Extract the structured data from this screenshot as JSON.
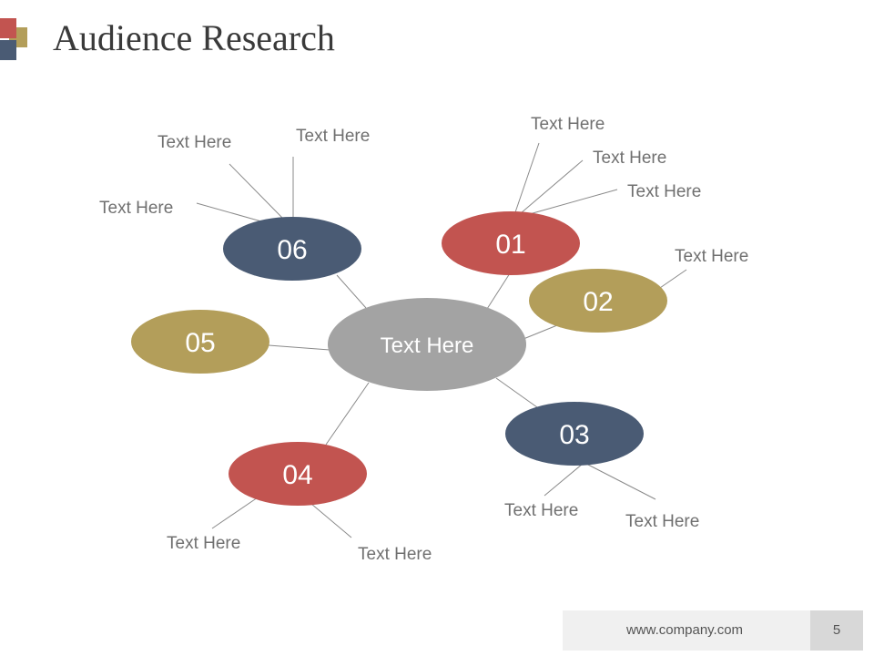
{
  "title": "Audience Research",
  "colors": {
    "red": "#c25450",
    "gold": "#b39e5a",
    "navy": "#4a5b74",
    "gray": "#a3a3a3",
    "line": "#8a8a8a"
  },
  "center": {
    "label": "Text Here"
  },
  "nodes": [
    {
      "id": "01",
      "label": "01",
      "color": "red"
    },
    {
      "id": "02",
      "label": "02",
      "color": "gold"
    },
    {
      "id": "03",
      "label": "03",
      "color": "navy"
    },
    {
      "id": "04",
      "label": "04",
      "color": "red"
    },
    {
      "id": "05",
      "label": "05",
      "color": "gold"
    },
    {
      "id": "06",
      "label": "06",
      "color": "navy"
    }
  ],
  "leaves": [
    {
      "node": "01",
      "text": "Text Here"
    },
    {
      "node": "01",
      "text": "Text Here"
    },
    {
      "node": "01",
      "text": "Text Here"
    },
    {
      "node": "02",
      "text": "Text Here"
    },
    {
      "node": "03",
      "text": "Text Here"
    },
    {
      "node": "03",
      "text": "Text Here"
    },
    {
      "node": "04",
      "text": "Text Here"
    },
    {
      "node": "04",
      "text": "Text Here"
    },
    {
      "node": "06",
      "text": "Text Here"
    },
    {
      "node": "06",
      "text": "Text Here"
    },
    {
      "node": "06",
      "text": "Text Here"
    }
  ],
  "footer": {
    "url": "www.company.com",
    "page": "5"
  }
}
